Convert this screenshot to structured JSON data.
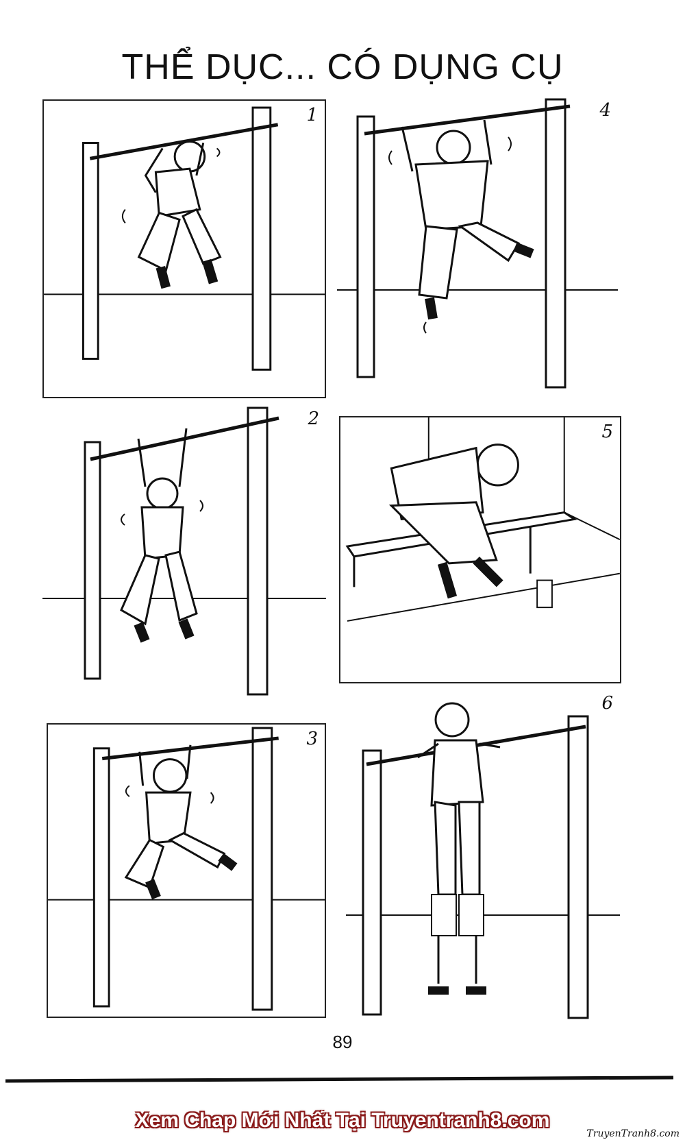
{
  "title": "THỂ DỤC... CÓ DỤNG CỤ",
  "panels": [
    {
      "number": "1",
      "scene": "hanging-bar"
    },
    {
      "number": "4",
      "scene": "hanging-bar"
    },
    {
      "number": "2",
      "scene": "hanging-bar"
    },
    {
      "number": "5",
      "scene": "bench"
    },
    {
      "number": "3",
      "scene": "hanging-bar"
    },
    {
      "number": "6",
      "scene": "standing-bar"
    }
  ],
  "page_number": "89",
  "watermark": "Xem Chap Mới Nhất Tại Truyentranh8.com",
  "watermark_logo": "TruyenTranh8.com",
  "colors": {
    "ink": "#111111",
    "paper": "#ffffff",
    "watermark_outline": "#8a1a1a"
  }
}
